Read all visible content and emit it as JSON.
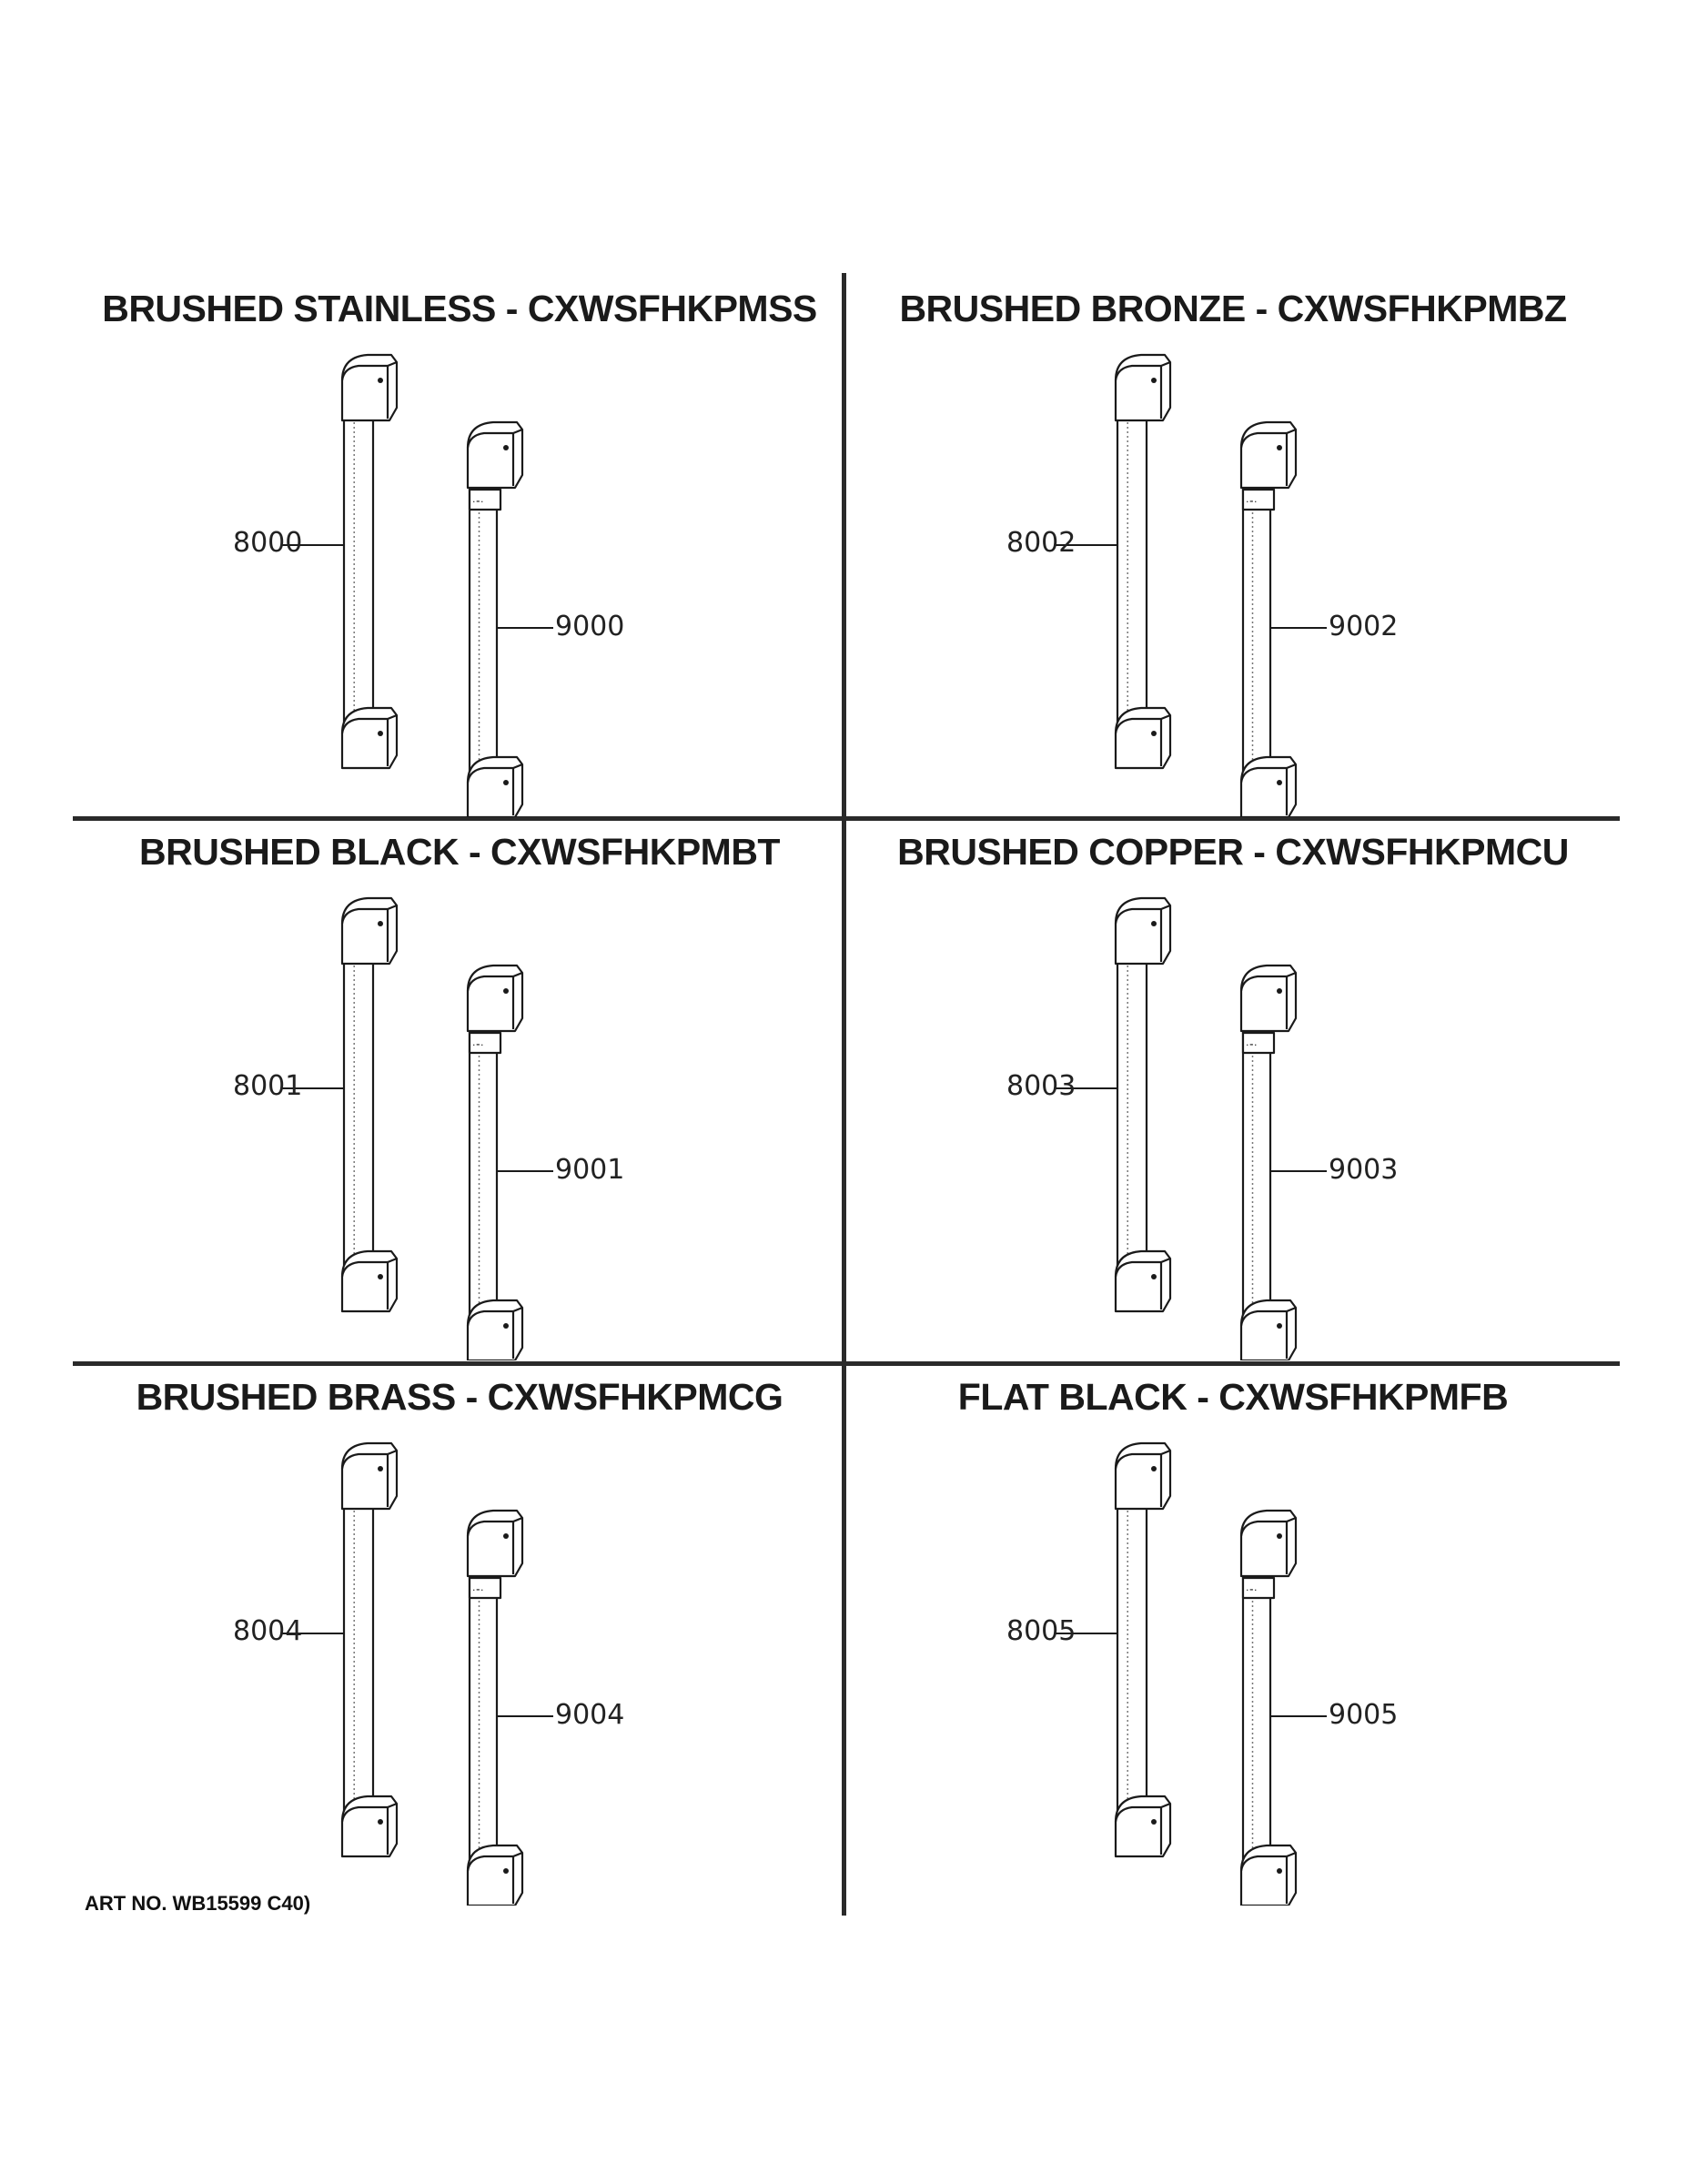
{
  "panels": [
    {
      "title": "BRUSHED STAINLESS - CXWSFHKPMSS",
      "part_left": "8000",
      "part_right": "9000"
    },
    {
      "title": "BRUSHED BRONZE - CXWSFHKPMBZ",
      "part_left": "8002",
      "part_right": "9002"
    },
    {
      "title": "BRUSHED BLACK - CXWSFHKPMBT",
      "part_left": "8001",
      "part_right": "9001"
    },
    {
      "title": "BRUSHED COPPER - CXWSFHKPMCU",
      "part_left": "8003",
      "part_right": "9003"
    },
    {
      "title": "BRUSHED BRASS - CXWSFHKPMCG",
      "part_left": "8004",
      "part_right": "9004"
    },
    {
      "title": "FLAT BLACK - CXWSFHKPMFB",
      "part_left": "8005",
      "part_right": "9005"
    }
  ],
  "art_no": "ART NO. WB15599 C40)"
}
